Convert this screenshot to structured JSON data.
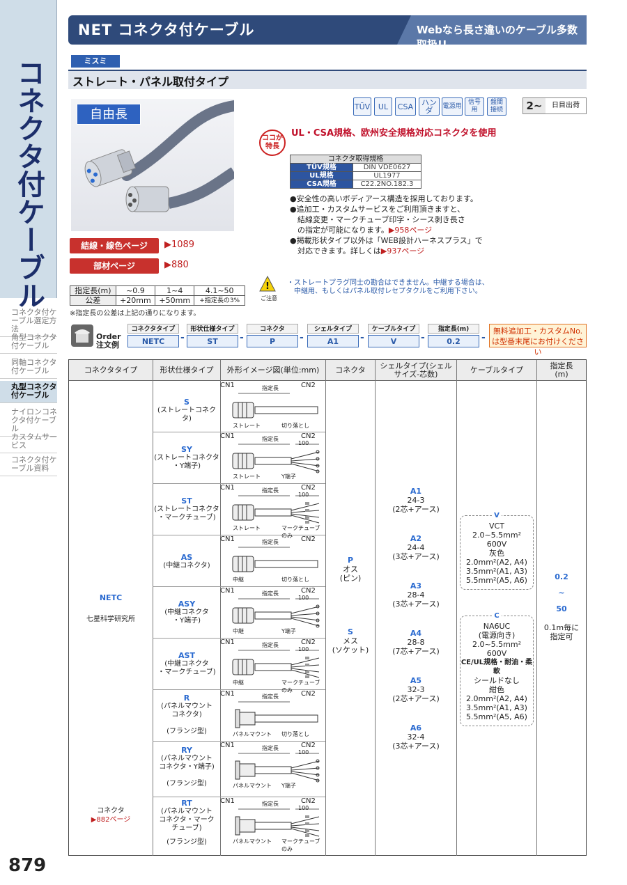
{
  "header": {
    "title": "NET コネクタ付ケーブル",
    "promo": "Webなら長さ違いのケーブル多数取扱!!"
  },
  "side": {
    "title": "コネクタ付ケーブル",
    "nav": [
      "コネクタ付ケーブル選定方法",
      "角型コネクタ付ケーブル",
      "同軸コネクタ付ケーブル",
      "丸型コネクタ付ケーブル",
      "ナイロンコネクタ付ケーブル",
      "カスタムサービス",
      "コネクタ付ケーブル資料"
    ],
    "active_index": 3
  },
  "page_number": "879",
  "brand": "ミスミ",
  "subtitle": "ストレート・パネル取付タイプ",
  "free_length": "自由長",
  "features": [
    "TÜV",
    "UL",
    "CSA",
    "ハンダ",
    "電源用",
    "信号用",
    "盤間接続"
  ],
  "ship": {
    "days": "2~",
    "label": "日目出荷"
  },
  "feature_mark": "ココが特長",
  "feature_text": "UL・CSA規格、欧州安全規格対応コネクタを使用",
  "cert": {
    "header": "コネクタ取得規格",
    "rows": [
      {
        "k": "TÜV規格",
        "v": "DIN VDE0627"
      },
      {
        "k": "UL規格",
        "v": "UL1977"
      },
      {
        "k": "CSA規格",
        "v": "C22.2NO.182.3"
      }
    ]
  },
  "bullets": [
    {
      "t": "●安全性の高いボディアース構造を採用しております。",
      "r": ""
    },
    {
      "t": "●追加工・カスタムサービスをご利用頂きますと、",
      "r": ""
    },
    {
      "t": "　結線変更・マークチューブ印字・シース剥き長さ",
      "r": ""
    },
    {
      "t": "　の指定が可能になります。",
      "r": "▶958ページ"
    },
    {
      "t": "●掲載形状タイプ以外は「WEB設計ハーネスプラス」で",
      "r": ""
    },
    {
      "t": "　対応できます。詳しくは",
      "r": "▶937ページ"
    }
  ],
  "ref_buttons": [
    {
      "label": "結線・線色ページ",
      "ref": "▶1089"
    },
    {
      "label": "部材ページ",
      "ref": "▶880"
    }
  ],
  "length_table": {
    "rows": [
      [
        "指定長(m)",
        "~0.9",
        "1~4",
        "4.1~50"
      ],
      [
        "公差",
        "+20mm",
        "+50mm",
        "+指定長の3%"
      ]
    ],
    "note": "※指定長の公差は上記の通りになります。"
  },
  "caution": {
    "label": "ご注意",
    "lines": [
      "・ストレートプラグ同士の勘合はできません。中継する場合は、",
      "　中継用、もしくはパネル取付レセプタクルをご利用下さい。"
    ]
  },
  "order": {
    "label1": "Order",
    "label2": "注文例",
    "headers": [
      "コネクタタイプ",
      "形状仕様タイプ",
      "コネクタ",
      "シェルタイプ",
      "ケーブルタイプ",
      "指定長(m)"
    ],
    "values": [
      "NETC",
      "ST",
      "P",
      "A1",
      "V",
      "0.2"
    ],
    "free": "無料追加工・カスタムNo.は型番末尾にお付けください"
  },
  "table": {
    "headers": [
      "コネクタタイプ",
      "形状仕様タイプ",
      "外形イメージ図(単位:mm)",
      "コネクタ",
      "シェルタイプ(シェルサイズ-芯数)",
      "ケーブルタイプ",
      "指定長(m)"
    ],
    "connector_type": {
      "code": "NETC",
      "maker": "七星科学研究所",
      "note": "コネクタ",
      "ref": "▶882ページ"
    },
    "types": [
      {
        "code": "S",
        "d1": "(ストレートコネクタ)",
        "d2": "",
        "d3": "",
        "l": "ストレート",
        "r": "切り落とし"
      },
      {
        "code": "SY",
        "d1": "(ストレートコネクタ",
        "d2": "・Y端子)",
        "d3": "",
        "l": "ストレート",
        "r": "Y端子"
      },
      {
        "code": "ST",
        "d1": "(ストレートコネクタ",
        "d2": "・マークチューブ)",
        "d3": "",
        "l": "ストレート",
        "r": "マークチューブのみ"
      },
      {
        "code": "AS",
        "d1": "(中継コネクタ)",
        "d2": "",
        "d3": "",
        "l": "中継",
        "r": "切り落とし"
      },
      {
        "code": "ASY",
        "d1": "(中継コネクタ",
        "d2": "・Y端子)",
        "d3": "",
        "l": "中継",
        "r": "Y端子"
      },
      {
        "code": "AST",
        "d1": "(中継コネクタ",
        "d2": "・マークチューブ)",
        "d3": "",
        "l": "中継",
        "r": "マークチューブのみ"
      },
      {
        "code": "R",
        "d1": "(パネルマウント",
        "d2": "コネクタ)",
        "d3": "(フランジ型)",
        "l": "パネルマウント",
        "r": "切り落とし"
      },
      {
        "code": "RY",
        "d1": "(パネルマウント",
        "d2": "コネクタ・Y端子)",
        "d3": "(フランジ型)",
        "l": "パネルマウント",
        "r": "Y端子"
      },
      {
        "code": "RT",
        "d1": "(パネルマウント",
        "d2": "コネクタ・マーク",
        "d3": "チューブ)",
        "d4": "(フランジ型)",
        "l": "パネルマウント",
        "r": "マークチューブのみ"
      }
    ],
    "diag": {
      "cn1": "CN1",
      "cn2": "CN2",
      "len": "指定長",
      "dim": "100"
    },
    "connector": [
      {
        "code": "P",
        "l1": "オス",
        "l2": "(ピン)"
      },
      {
        "code": "S",
        "l1": "メス",
        "l2": "(ソケット)"
      }
    ],
    "shells": [
      {
        "code": "A1",
        "size": "24-3",
        "pins": "(2芯+アース)"
      },
      {
        "code": "A2",
        "size": "24-4",
        "pins": "(3芯+アース)"
      },
      {
        "code": "A3",
        "size": "28-4",
        "pins": "(3芯+アース)"
      },
      {
        "code": "A4",
        "size": "28-8",
        "pins": "(7芯+アース)"
      },
      {
        "code": "A5",
        "size": "32-3",
        "pins": "(2芯+アース)"
      },
      {
        "code": "A6",
        "size": "32-4",
        "pins": "(3芯+アース)"
      }
    ],
    "cables": [
      {
        "code": "V",
        "lines": [
          "VCT",
          "2.0~5.5mm²",
          "600V",
          "灰色",
          "2.0mm²(A2, A4)",
          "3.5mm²(A1, A3)",
          "5.5mm²(A5, A6)"
        ]
      },
      {
        "code": "C",
        "lines": [
          "NA6UC",
          "(電源向き)",
          "2.0~5.5mm²",
          "600V",
          "CE/UL規格・耐油・柔軟",
          "シールドなし",
          "紺色",
          "2.0mm²(A2, A4)",
          "3.5mm²(A1, A3)",
          "5.5mm²(A5, A6)"
        ]
      }
    ],
    "length": {
      "min": "0.2",
      "tilde": "~",
      "max": "50",
      "step1": "0.1m毎に",
      "step2": "指定可"
    }
  }
}
